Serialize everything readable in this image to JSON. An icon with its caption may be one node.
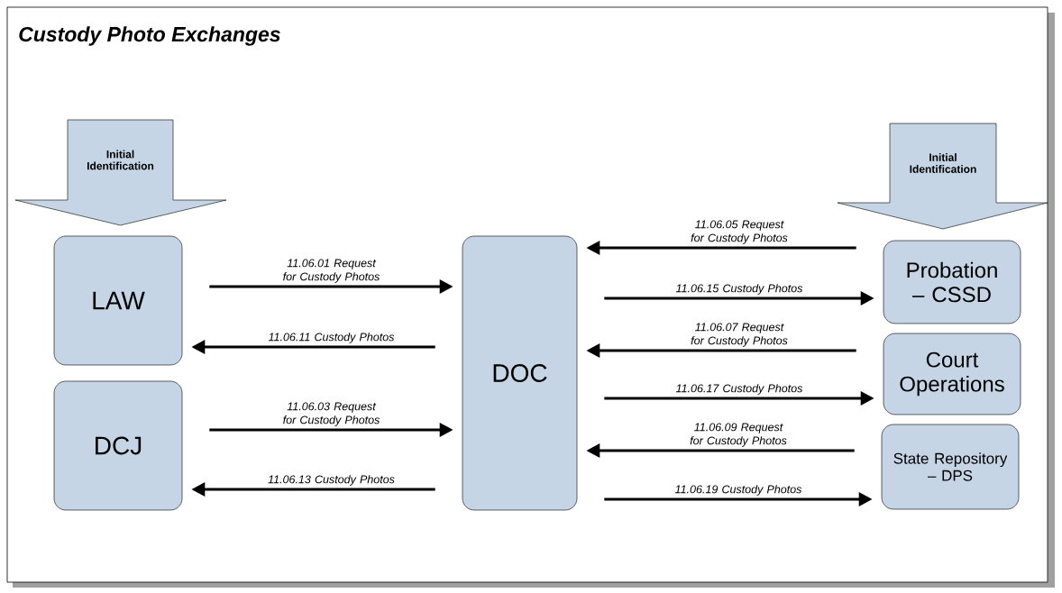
{
  "diagram": {
    "title": "Custody Photo Exchanges",
    "nodes": [
      {
        "text": [
          "Initial Identification"
        ]
      },
      {
        "text": [
          "Initial Identification"
        ]
      },
      {
        "text": [
          "LAW"
        ]
      },
      {
        "text": [
          "DCJ"
        ]
      },
      {
        "text": [
          "DOC"
        ]
      },
      {
        "text": [
          "Probation – CSSD"
        ]
      },
      {
        "text": [
          "Court Operations"
        ]
      },
      {
        "text": [
          "State Repository – DPS"
        ]
      }
    ],
    "edges": [
      {
        "from": 2,
        "to": 4,
        "arrow": "to",
        "label": "11.06.01 Request for Custody Photos"
      },
      {
        "from": 4,
        "to": 2,
        "arrow": "to",
        "label": "11.06.11 Custody Photos"
      },
      {
        "from": 3,
        "to": 4,
        "arrow": "to",
        "label": "11.06.03 Request for Custody Photos"
      },
      {
        "from": 4,
        "to": 3,
        "arrow": "to",
        "label": "11.06.13 Custody Photos"
      },
      {
        "from": 5,
        "to": 4,
        "arrow": "to",
        "label": "11.06.05 Request for Custody Photos"
      },
      {
        "from": 4,
        "to": 5,
        "arrow": "to",
        "label": "11.06.15 Custody Photos"
      },
      {
        "from": 6,
        "to": 4,
        "arrow": "to",
        "label": "11.06.07 Request for Custody Photos"
      },
      {
        "from": 4,
        "to": 6,
        "arrow": "to",
        "label": "11.06.17 Custody Photos"
      },
      {
        "from": 7,
        "to": 4,
        "arrow": "to",
        "label": "11.06.09 Request for Custody Photos"
      },
      {
        "from": 4,
        "to": 7,
        "arrow": "to",
        "label": "11.06.19 Custody Photos"
      }
    ]
  }
}
